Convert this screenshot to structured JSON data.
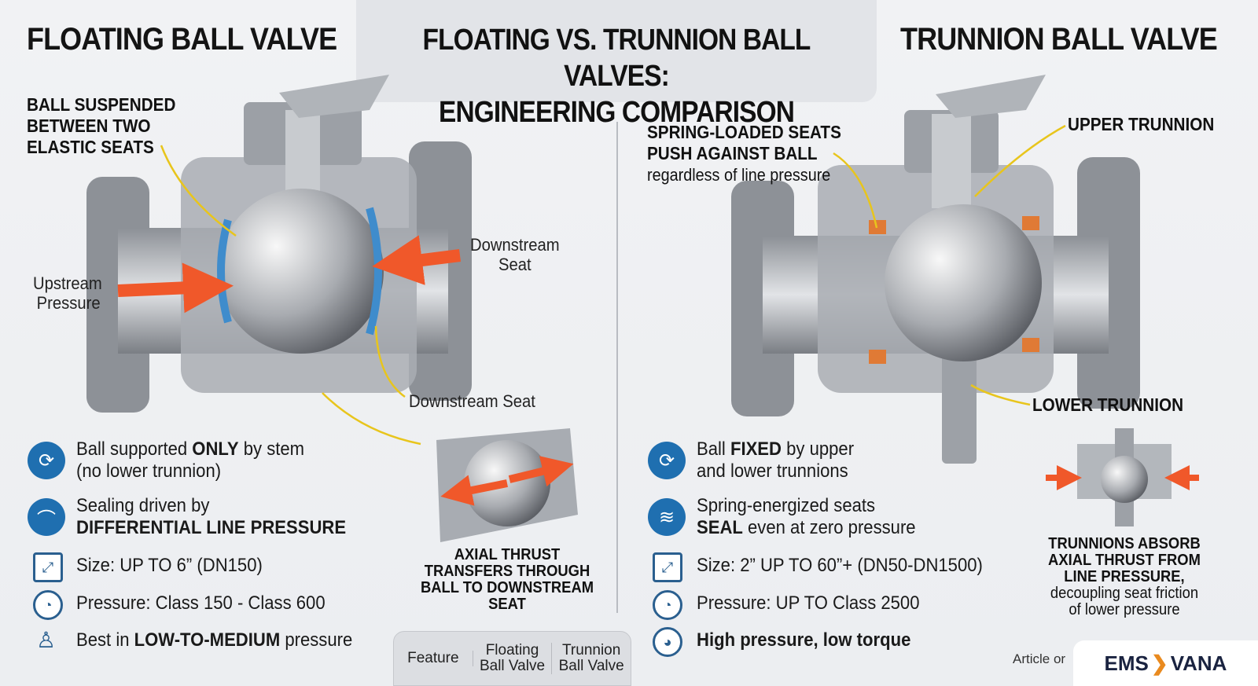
{
  "titles": {
    "left": "FLOATING BALL VALVE",
    "center_line1": "FLOATING VS. TRUNNION BALL VALVES:",
    "center_line2": "ENGINEERING COMPARISON",
    "right": "TRUNNION BALL VALVE"
  },
  "left": {
    "callout": [
      "BALL SUSPENDED",
      "BETWEEN TWO",
      "ELASTIC SEATS"
    ],
    "upstream": [
      "Upstream",
      "Pressure"
    ],
    "downstream_top": [
      "Downstream",
      "Seat"
    ],
    "downstream_bottom": "Downstream Seat",
    "thrust_caption": [
      "AXIAL THRUST",
      "TRANSFERS THROUGH",
      "BALL TO DOWNSTREAM",
      "SEAT"
    ],
    "features": {
      "f1a": "Ball supported ",
      "f1b": "ONLY",
      "f1c": " by stem",
      "f1d": "(no lower trunnion)",
      "f2a": "Sealing driven by",
      "f2b": "DIFFERENTIAL LINE PRESSURE",
      "f3": "Size: UP TO 6” (DN150)",
      "f4": "Pressure: Class 150 - Class 600",
      "f5a": "Best in ",
      "f5b": "LOW-TO-MEDIUM",
      "f5c": " pressure"
    }
  },
  "right": {
    "callout_bold": [
      "SPRING-LOADED SEATS",
      "PUSH AGAINST BALL"
    ],
    "callout_sub": "regardless of line pressure",
    "upper": "UPPER TRUNNION",
    "lower": "LOWER TRUNNION",
    "caption_bold": [
      "TRUNNIONS ABSORB",
      "AXIAL THRUST FROM",
      "LINE PRESSURE,"
    ],
    "caption_sub": [
      "decoupling seat friction",
      "of lower pressure"
    ],
    "features": {
      "f1a": "Ball ",
      "f1b": "FIXED",
      "f1c": " by upper",
      "f1d": "and lower trunnions",
      "f2a": "Spring-energized seats",
      "f2b": "SEAL",
      "f2c": " even at zero pressure",
      "f3": "Size: 2” UP TO 60”+ (DN50-DN1500)",
      "f4": "Pressure: UP TO Class 2500",
      "f5": "High pressure, low torque"
    }
  },
  "table": {
    "headers": [
      "Feature",
      "Floating Ball Valve",
      "Trunnion Ball Valve"
    ]
  },
  "footer": {
    "article": "Article or",
    "logo_a": "EMS",
    "logo_b": "VANA"
  },
  "colors": {
    "arrow": "#f0582a",
    "seat": "#3f8ccc",
    "accent": "#1f6fb0",
    "leader": "#e8c51c"
  }
}
